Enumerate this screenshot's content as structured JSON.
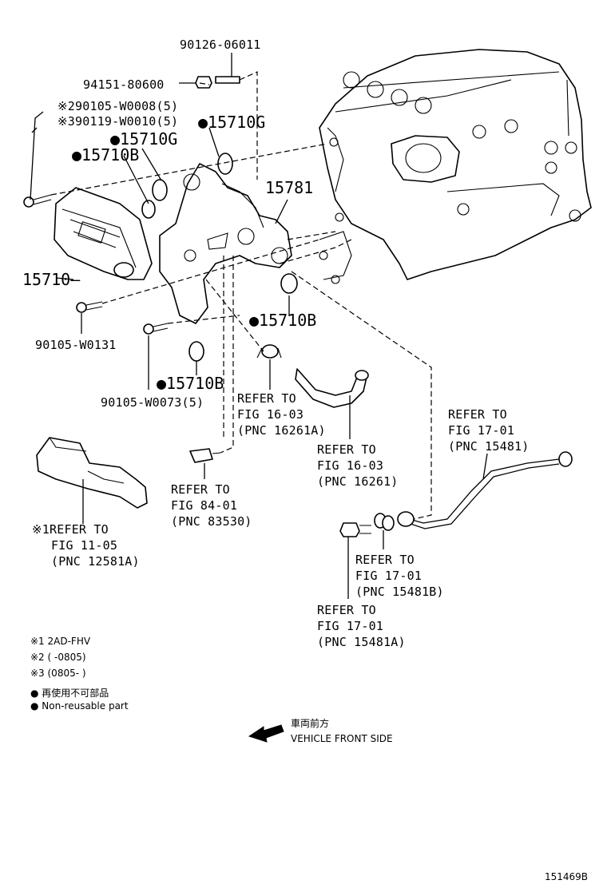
{
  "labels": {
    "p90126": "90126-06011",
    "p94151": "94151-80600",
    "p90105_w0008": "※290105-W0008(5)",
    "p90119": "※390119-W0010(5)",
    "p15710g_a": "●15710G",
    "p15710g_b": "●15710G",
    "p15710b_a": "●15710B",
    "p15781": "15781",
    "p15710": "15710—",
    "p15710b_b": "●15710B",
    "p90105_w0131": "90105-W0131",
    "p15710b_c": "●15710B",
    "p90105_w0073": "90105-W0073(5)"
  },
  "refs": {
    "r16261a": [
      "REFER TO",
      "FIG 16-03",
      "(PNC 16261A)"
    ],
    "r16261": [
      "REFER TO",
      "FIG 16-03",
      "(PNC 16261)"
    ],
    "r15481": [
      "REFER TO",
      "FIG 17-01",
      "(PNC 15481)"
    ],
    "r83530": [
      "REFER TO",
      "FIG 84-01",
      "(PNC 83530)"
    ],
    "r12581a": [
      "※1REFER TO",
      "FIG 11-05",
      "(PNC 12581A)"
    ],
    "r15481b": [
      "REFER TO",
      "FIG 17-01",
      "(PNC 15481B)"
    ],
    "r15481a": [
      "REFER TO",
      "FIG 17-01",
      "(PNC 15481A)"
    ]
  },
  "notes": {
    "n1": "※1  2AD-FHV",
    "n2": "※2  (      -0805)",
    "n3": "※3  (0805-      )",
    "n4": "● 再使用不可部品",
    "n5": "● Non-reusable part"
  },
  "direction": {
    "jp": "車両前方",
    "en": "VEHICLE FRONT SIDE"
  },
  "figure_id": "151469B"
}
